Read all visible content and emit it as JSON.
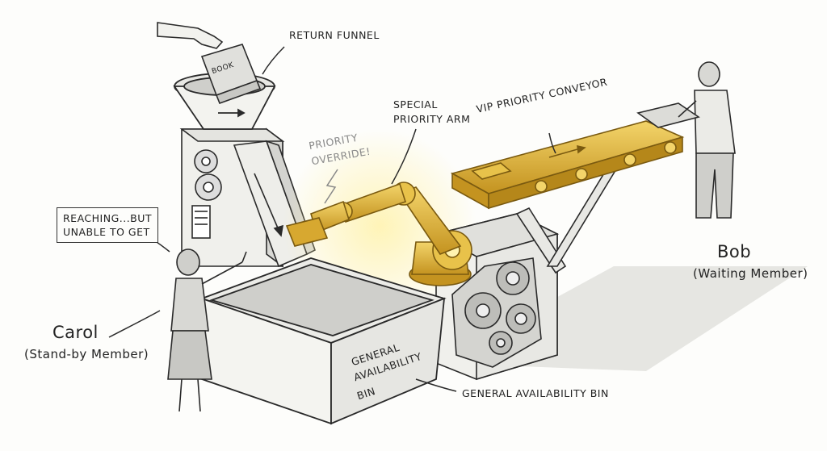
{
  "labels": {
    "return_funnel": "RETURN FUNNEL",
    "book": "BOOK",
    "special_arm_line1": "SPECIAL",
    "special_arm_line2": "PRIORITY ARM",
    "priority_override_line1": "PRIORITY",
    "priority_override_line2": "OVERRIDE!",
    "vip_conveyor": "VIP PRIORITY CONVEYOR",
    "reaching_line1": "REACHING...BUT",
    "reaching_line2": "UNABLE TO GET",
    "bin_side_line1": "GENERAL",
    "bin_side_line2": "AVAILABILITY",
    "bin_side_line3": "BIN",
    "bin_callout": "GENERAL AVAILABILITY BIN"
  },
  "people": {
    "carol": {
      "name": "Carol",
      "role": "(Stand-by Member)"
    },
    "bob": {
      "name": "Bob",
      "role": "(Waiting Member)"
    }
  },
  "colors": {
    "ink": "#2a2a2a",
    "gold": "#e2b93b",
    "gold_dark": "#a87f16",
    "paper": "#fdfdfb"
  }
}
